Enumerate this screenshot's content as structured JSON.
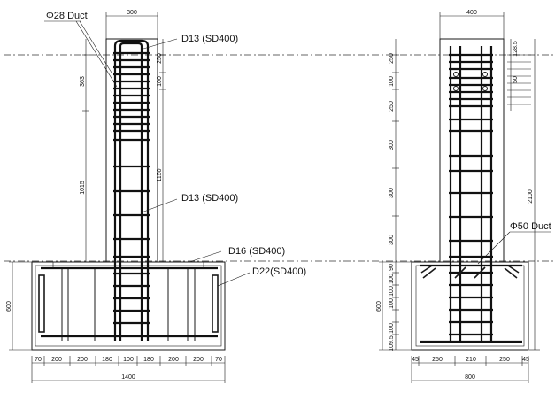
{
  "left_view": {
    "labels": {
      "duct28": "Φ28 Duct",
      "d13_top": "D13 (SD400)",
      "d13_mid": "D13 (SD400)",
      "d16": "D16 (SD400)",
      "d22": "D22(SD400)"
    },
    "dims": {
      "top_width": "300",
      "d250": "250",
      "d100": "100",
      "d363": "363",
      "d1015": "1015",
      "d1150": "1150",
      "d600": "600",
      "b70a": "70",
      "b200a": "200",
      "b200b": "200",
      "b180a": "180",
      "b100": "100",
      "b180b": "180",
      "b200c": "200",
      "b200d": "200",
      "b70b": "70",
      "total": "1400"
    }
  },
  "right_view": {
    "labels": {
      "duct50": "Φ50 Duct"
    },
    "dims": {
      "top_width": "400",
      "r250a": "250",
      "r100": "100",
      "r250b": "250",
      "r300a": "300",
      "r300b": "300",
      "r300c": "300",
      "small_stack": "128.5",
      "small_50": "50",
      "d2100": "2100",
      "d600": "600",
      "f90": "90",
      "f100a": "100",
      "f100b": "100",
      "f100c": "100",
      "f100d": "100",
      "f109": "109.5",
      "b45a": "45",
      "b250a": "250",
      "b210": "210",
      "b250b": "250",
      "b45b": "45",
      "total": "800"
    }
  }
}
